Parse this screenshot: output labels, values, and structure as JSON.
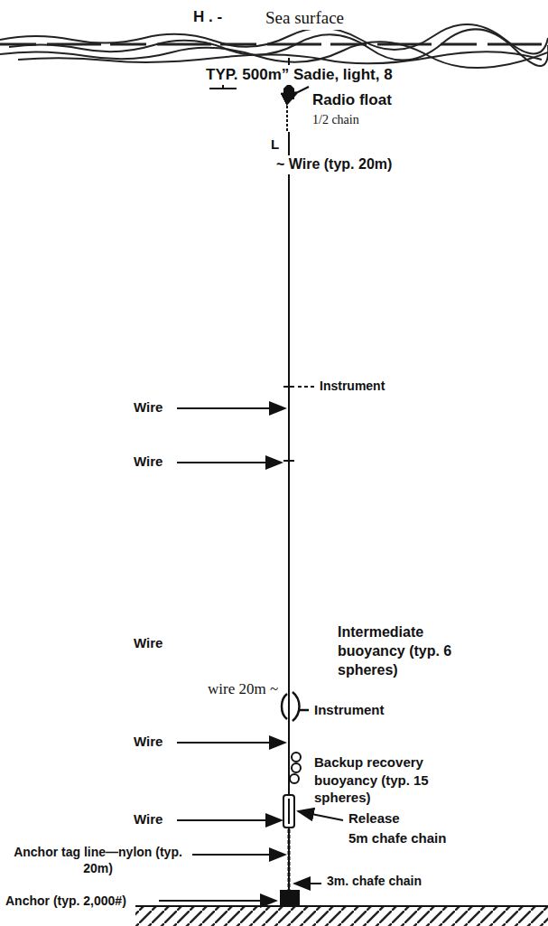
{
  "diagram": {
    "labels": [
      "H . -",
      "Sea surface",
      "TYP. 500m” Sadie, light, 8",
      "Radio float",
      "1/2 chain",
      "L",
      "~ Wire (typ. 20m)",
      "Instrument",
      "Wire",
      "Wire",
      "Wire",
      "Intermediate buoyancy (typ. 6 spheres)",
      "wire 20m ~",
      "Instrument",
      "Wire",
      "Backup recovery buoyancy (typ. 15 spheres)",
      "Wire",
      "Release",
      "5m chafe chain",
      "Anchor tag line—nylon (typ. 20m)",
      "3m. chafe chain",
      "Anchor (typ. 2,000#)"
    ]
  }
}
